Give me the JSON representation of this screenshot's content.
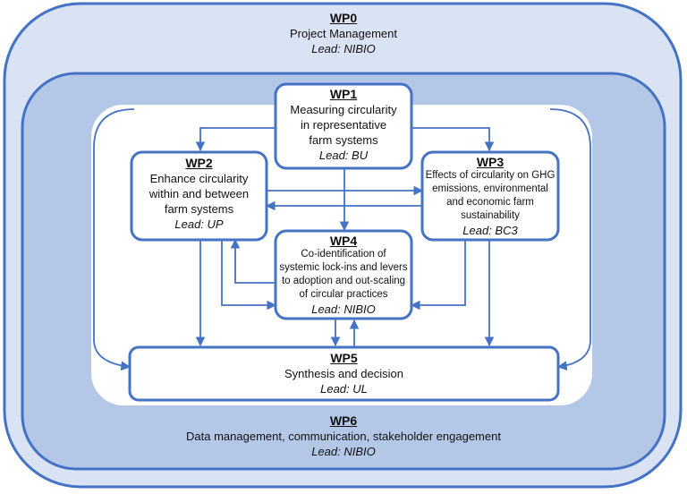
{
  "colors": {
    "border": "#4472C4",
    "outer_fill": "#DAE3F3",
    "middle_fill": "#B4C7E7",
    "inner_fill": "#FFFFFF"
  },
  "wp0": {
    "code": "WP0",
    "title": "Project Management",
    "lead": "Lead: NIBIO"
  },
  "wp1": {
    "code": "WP1",
    "lines": [
      "Measuring circularity",
      "in representative",
      "farm systems"
    ],
    "lead": "Lead: BU"
  },
  "wp2": {
    "code": "WP2",
    "lines": [
      "Enhance circularity",
      "within and between",
      "farm systems"
    ],
    "lead": "Lead: UP"
  },
  "wp3": {
    "code": "WP3",
    "lines": [
      "Effects of circularity on GHG",
      "emissions, environmental",
      "and economic farm",
      "sustainability"
    ],
    "lead": "Lead: BC3"
  },
  "wp4": {
    "code": "WP4",
    "lines": [
      "Co-identification of",
      "systemic lock-ins and levers",
      "to adoption and out-scaling",
      "of circular practices"
    ],
    "lead": "Lead: NIBIO"
  },
  "wp5": {
    "code": "WP5",
    "title": "Synthesis and decision",
    "lead": "Lead: UL"
  },
  "wp6": {
    "code": "WP6",
    "title": "Data management, communication, stakeholder engagement",
    "lead": "Lead: NIBIO"
  }
}
